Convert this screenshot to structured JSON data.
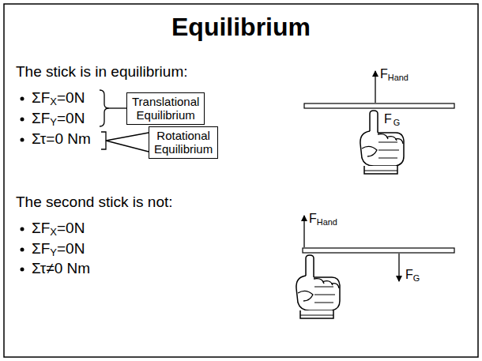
{
  "diagram": {
    "title": "Equilibrium",
    "nodes": [
      {
        "text": [
          "Translational Equilibrium"
        ]
      },
      {
        "text": [
          "Rotational Equilibrium"
        ]
      }
    ],
    "labels": [
      "The stick is in equilibrium:",
      "ΣF",
      "X",
      "=0N",
      "ΣF",
      "Y",
      "=0N",
      "Στ=0 Nm",
      "F",
      "Hand",
      "F",
      "G",
      "The second stick is not:",
      "ΣF",
      "X",
      "=0N",
      "ΣF",
      "Y",
      "=0N",
      "Στ≠0 Nm",
      "F",
      "Hand",
      "F",
      "G"
    ]
  }
}
